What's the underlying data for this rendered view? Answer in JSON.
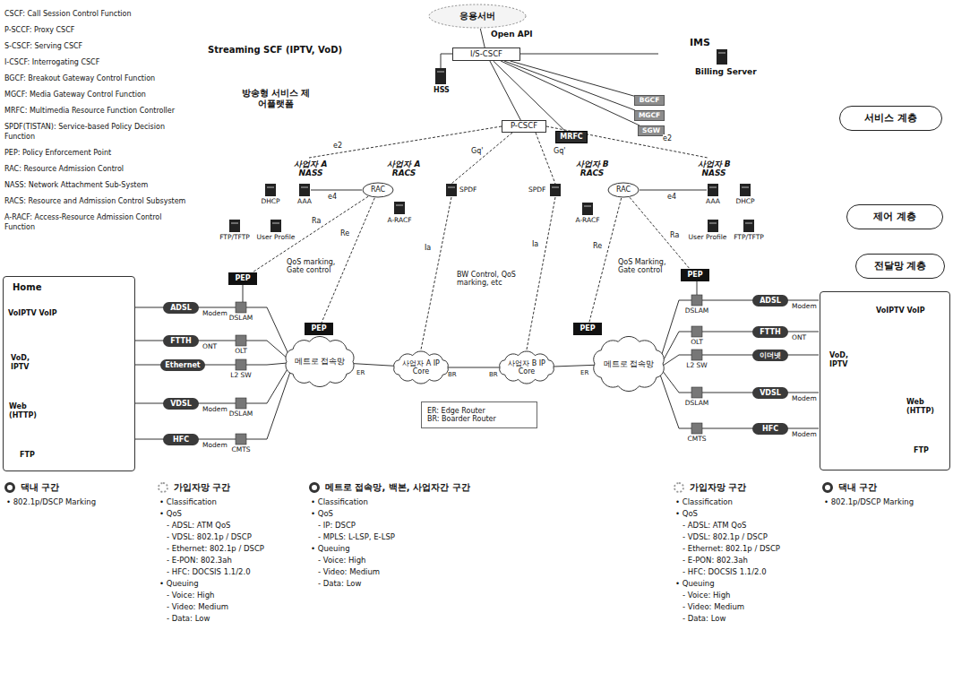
{
  "diagram": {
    "nodes": [
      {
        "text": [
          "응용서버"
        ]
      },
      {
        "text": [
          "I/S-CSCF"
        ]
      },
      {
        "text": [
          "P-CSCF"
        ]
      },
      {
        "text": [
          "MRFC"
        ]
      },
      {
        "text": [
          "BGCF"
        ]
      },
      {
        "text": [
          "MGCF"
        ]
      },
      {
        "text": [
          "SGW"
        ]
      },
      {
        "text": [
          "서비스 계층"
        ]
      },
      {
        "text": [
          "제어 계층"
        ]
      },
      {
        "text": [
          "전달망 계층"
        ]
      },
      {
        "text": [
          "RAC"
        ]
      },
      {
        "text": [
          "RAC"
        ]
      },
      {
        "text": [
          "Home",
          "VoIPTV VoIP",
          "VoD, IPTV",
          "Web (HTTP)",
          "FTP"
        ]
      },
      {
        "text": [
          "VoIPTV VoIP",
          "VoD, IPTV",
          "Web (HTTP)",
          "FTP"
        ]
      },
      {
        "text": [
          "ADSL"
        ]
      },
      {
        "text": [
          "FTTH"
        ]
      },
      {
        "text": [
          "Ethernet"
        ]
      },
      {
        "text": [
          "VDSL"
        ]
      },
      {
        "text": [
          "HFC"
        ]
      },
      {
        "text": [
          "PEP"
        ]
      },
      {
        "text": [
          "메트로 접속망"
        ]
      },
      {
        "text": [
          "PEP"
        ]
      },
      {
        "text": [
          "사업자 A IP Core"
        ]
      },
      {
        "text": [
          "사업자 B IP Core"
        ]
      },
      {
        "text": [
          "PEP"
        ]
      },
      {
        "text": [
          "메트로 접속망"
        ]
      },
      {
        "text": [
          "ER: Edge Router",
          "BR: Boarder Router"
        ]
      },
      {
        "text": [
          "PEP"
        ]
      },
      {
        "text": [
          "ADSL"
        ]
      },
      {
        "text": [
          "FTTH"
        ]
      },
      {
        "text": [
          "이더넷"
        ]
      },
      {
        "text": [
          "VDSL"
        ]
      },
      {
        "text": [
          "HFC"
        ]
      }
    ],
    "edges": [
      {
        "from": 0,
        "to": 1,
        "arrow": "none"
      },
      {
        "from": 1,
        "to": 2,
        "arrow": "none"
      },
      {
        "from": 1,
        "to": 3,
        "arrow": "none"
      },
      {
        "from": 1,
        "to": 4,
        "arrow": "none"
      },
      {
        "from": 1,
        "to": 5,
        "arrow": "none"
      },
      {
        "from": 1,
        "to": 6,
        "arrow": "none"
      },
      {
        "from": 10,
        "to": 19,
        "arrow": "none"
      },
      {
        "from": 10,
        "to": 21,
        "arrow": "none"
      },
      {
        "from": 11,
        "to": 24,
        "arrow": "none"
      },
      {
        "from": 11,
        "to": 27,
        "arrow": "none"
      },
      {
        "from": 20,
        "to": 22,
        "arrow": "none"
      },
      {
        "from": 22,
        "to": 23,
        "arrow": "none"
      },
      {
        "from": 23,
        "to": 25,
        "arrow": "none"
      }
    ],
    "labels": [
      "CSCF: Call Session Control Function",
      "P-SCCF: Proxy CSCF",
      "S-CSCF: Serving CSCF",
      "I-CSCF: Interrogating CSCF",
      "BGCF: Breakout Gateway Control Function",
      "MGCF: Media Gateway Control Function",
      "MRFC: Multimedia Resource Function Controller",
      "SPDF(TISTAN): Service-based Policy Decision Function",
      "PEP: Policy Enforcement Point",
      "RAC: Resource Admission Control",
      "NASS: Network Attachment Sub-System",
      "RACS: Resource and Admission Control Subsystem",
      "A-RACF: Access-Resource Admission Control Function",
      "Open API",
      "Streaming SCF (IPTV, VoD)",
      "방송형 서비스 제어플랫폼",
      "HSS",
      "IMS",
      "Billing Server",
      "사업자 A NASS",
      "사업자 A RACS",
      "사업자 B RACS",
      "사업자 B NASS",
      "DHCP",
      "AAA",
      "FTP/TFTP",
      "User Profile",
      "A-RACF",
      "SPDF",
      "SPDF",
      "A-RACF",
      "AAA",
      "DHCP",
      "User Profile",
      "FTP/TFTP",
      "e2",
      "Gq'",
      "Gq'",
      "e2",
      "e4",
      "Ra",
      "Re",
      "Ia",
      "Ia",
      "Re",
      "Ra",
      "e4",
      "QoS marking, Gate control",
      "BW Control, QoS marking, etc",
      "QoS Marking, Gate control",
      "Modem",
      "ONT",
      "Modem",
      "Modem",
      "DSLAM",
      "OLT",
      "L2 SW",
      "DSLAM",
      "CMTS",
      "DSLAM",
      "OLT",
      "L2 SW",
      "DSLAM",
      "CMTS",
      "Modem",
      "ONT",
      "Modem",
      "Modem",
      "ER",
      "BR",
      "BR",
      "ER",
      "댁내 구간",
      "• 802.1p/DSCP Marking",
      "가입자망 구간",
      "• Classification",
      "• QoS",
      "- ADSL: ATM QoS",
      "- VDSL: 802.1p / DSCP",
      "- Ethernet: 802.1p / DSCP",
      "- E-PON: 802.3ah",
      "- HFC: DOCSIS 1.1/2.0",
      "• Queuing",
      "- Voice: High",
      "- Video: Medium",
      "- Data: Low",
      "메트로 접속망, 백본, 사업자간 구간",
      "• Classification",
      "• QoS",
      "- IP: DSCP",
      "- MPLS: L-LSP, E-LSP",
      "• Queuing",
      "- Voice: High",
      "- Video: Medium",
      "- Data: Low",
      "가입자망 구간",
      "• Classification",
      "• QoS",
      "- ADSL: ATM QoS",
      "- VDSL: 802.1p / DSCP",
      "- Ethernet: 802.1p / DSCP",
      "- E-PON: 802.3ah",
      "- HFC: DOCSIS 1.1/2.0",
      "• Queuing",
      "- Voice: High",
      "- Video: Medium",
      "- Data: Low",
      "댁내 구간",
      "• 802.1p/DSCP Marking"
    ]
  }
}
